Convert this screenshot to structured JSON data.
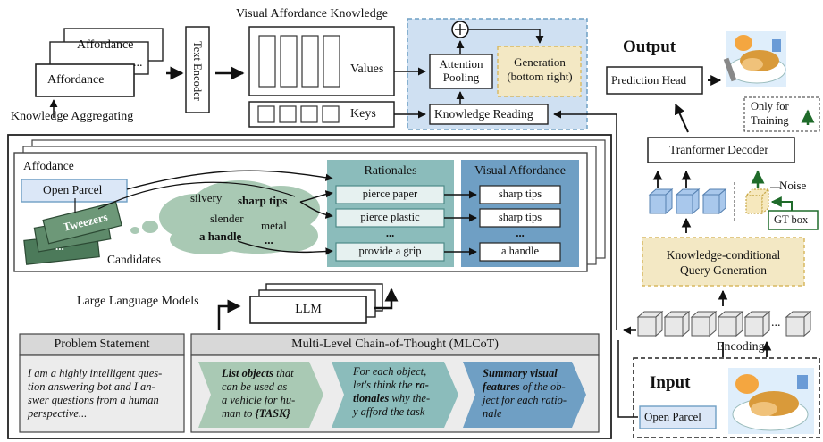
{
  "top": {
    "vak_title": "Visual Affordance Knowledge",
    "affordance_card_back": "Affordance",
    "affordance_card_front": "Affordance",
    "affordance_dots": "...",
    "knowledge_aggregating": "Knowledge Aggregating",
    "text_encoder": "Text Encoder",
    "values": "Values",
    "keys": "Keys",
    "attention_pooling_l1": "Attention",
    "attention_pooling_l2": "Pooling",
    "generation_l1": "Generation",
    "generation_l2": "(bottom right)",
    "knowledge_reading": "Knowledge Reading",
    "plus": "+"
  },
  "right": {
    "output": "Output",
    "prediction_head": "Prediction Head",
    "only_for_l1": "Only for",
    "only_for_l2": "Training",
    "transformer_decoder": "Tranformer Decoder",
    "noise": "Noise",
    "gt_box": "GT box",
    "kcqg_l1": "Knowledge-conditional",
    "kcqg_l2": "Query Generation",
    "encoding": "Encoding",
    "token_dots": "...",
    "input": "Input",
    "open_parcel_input": "Open Parcel"
  },
  "main": {
    "affodance_label": "Affodance",
    "open_parcel": "Open Parcel",
    "tweezers": "Tweezers",
    "candidate_dots": "...",
    "candidates": "Candidates",
    "cloud_words": {
      "silvery": "silvery",
      "sharp_tips": "sharp tips",
      "slender": "slender",
      "metal": "metal",
      "a_handle": "a handle",
      "dots": "..."
    },
    "rationales_title": "Rationales",
    "rationales": [
      "pierce paper",
      "pierce plastic",
      "...",
      "provide a grip"
    ],
    "visual_affordance_title": "Visual Affordance",
    "visual_affordances": [
      "sharp tips",
      "sharp tips",
      "...",
      "a handle"
    ],
    "llm_caption": "Large Language Models",
    "llm": "LLM",
    "problem_statement_title": "Problem Statement",
    "problem_statement_text": [
      "I am a highly intelligent ques-",
      "tion answering bot and I an-",
      "swer questions from a human",
      "perspective..."
    ],
    "mlcot_title": "Multi-Level Chain-of-Thought (MLCoT)",
    "cot1": {
      "b1": "List objects",
      "t1": " that",
      "l2": "can be used as",
      "l3": "a vehicle for hu-",
      "l4": "man to ",
      "task": "{TASK}"
    },
    "cot2": {
      "l1": "For each object,",
      "l2": "let's think the ",
      "b2": "ra-",
      "b3": "tionales",
      "t3": " why the-",
      "l4": "y afford the task"
    },
    "cot3": {
      "b1": "Summary visual",
      "b2": "features",
      "t2": " of the ob-",
      "l3": "ject for each ratio-",
      "l4": "nale"
    }
  },
  "colors": {
    "teal": "#8bbcbb",
    "blue": "#6f9fc4",
    "light_blue_bg": "#cfe0f2",
    "gen_yellow": "#f3e8c4",
    "green_dark": "#3f6a4c",
    "arrow_green": "#1f6b2a"
  }
}
